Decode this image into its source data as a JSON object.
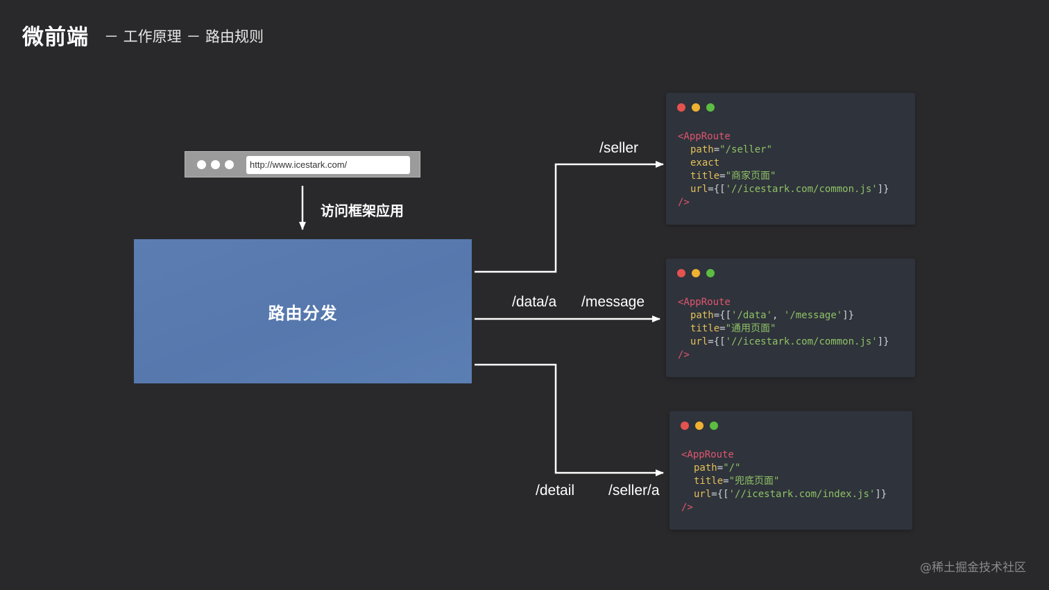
{
  "header": {
    "title": "微前端",
    "subtitle": "－ 工作原理 － 路由规则"
  },
  "browser": {
    "url": "http://www.icestark.com/"
  },
  "access_label": "访问框架应用",
  "router": {
    "label": "路由分发"
  },
  "routes": {
    "seller": "/seller",
    "data": "/data/a",
    "message": "/message",
    "detail": "/detail",
    "seller_a": "/seller/a"
  },
  "code_cards": [
    {
      "lines": [
        {
          "indent": false,
          "parts": [
            {
              "t": "tag",
              "v": "<AppRoute"
            }
          ]
        },
        {
          "indent": true,
          "parts": [
            {
              "t": "attr",
              "v": "path"
            },
            {
              "t": "pun",
              "v": "="
            },
            {
              "t": "str",
              "v": "\"/seller\""
            }
          ]
        },
        {
          "indent": true,
          "parts": [
            {
              "t": "attr",
              "v": "exact"
            }
          ]
        },
        {
          "indent": true,
          "parts": [
            {
              "t": "attr",
              "v": "title"
            },
            {
              "t": "pun",
              "v": "="
            },
            {
              "t": "str",
              "v": "\"商家页面\""
            }
          ]
        },
        {
          "indent": true,
          "parts": [
            {
              "t": "attr",
              "v": "url"
            },
            {
              "t": "pun",
              "v": "={["
            },
            {
              "t": "str",
              "v": "'//icestark.com/common.js'"
            },
            {
              "t": "pun",
              "v": "]}"
            }
          ]
        },
        {
          "indent": false,
          "parts": [
            {
              "t": "tag",
              "v": "/>"
            }
          ]
        }
      ]
    },
    {
      "lines": [
        {
          "indent": false,
          "parts": [
            {
              "t": "tag",
              "v": "<AppRoute"
            }
          ]
        },
        {
          "indent": true,
          "parts": [
            {
              "t": "attr",
              "v": "path"
            },
            {
              "t": "pun",
              "v": "={["
            },
            {
              "t": "str",
              "v": "'/data'"
            },
            {
              "t": "pun",
              "v": ", "
            },
            {
              "t": "str",
              "v": "'/message'"
            },
            {
              "t": "pun",
              "v": "]}"
            }
          ]
        },
        {
          "indent": true,
          "parts": [
            {
              "t": "attr",
              "v": "title"
            },
            {
              "t": "pun",
              "v": "="
            },
            {
              "t": "str",
              "v": "\"通用页面\""
            }
          ]
        },
        {
          "indent": true,
          "parts": [
            {
              "t": "attr",
              "v": "url"
            },
            {
              "t": "pun",
              "v": "={["
            },
            {
              "t": "str",
              "v": "'//icestark.com/common.js'"
            },
            {
              "t": "pun",
              "v": "]}"
            }
          ]
        },
        {
          "indent": false,
          "parts": [
            {
              "t": "tag",
              "v": "/>"
            }
          ]
        }
      ]
    },
    {
      "lines": [
        {
          "indent": false,
          "parts": [
            {
              "t": "tag",
              "v": "<AppRoute"
            }
          ]
        },
        {
          "indent": true,
          "parts": [
            {
              "t": "attr",
              "v": "path"
            },
            {
              "t": "pun",
              "v": "="
            },
            {
              "t": "str",
              "v": "\"/\""
            }
          ]
        },
        {
          "indent": true,
          "parts": [
            {
              "t": "attr",
              "v": "title"
            },
            {
              "t": "pun",
              "v": "="
            },
            {
              "t": "str",
              "v": "\"兜底页面\""
            }
          ]
        },
        {
          "indent": true,
          "parts": [
            {
              "t": "attr",
              "v": "url"
            },
            {
              "t": "pun",
              "v": "={["
            },
            {
              "t": "str",
              "v": "'//icestark.com/index.js'"
            },
            {
              "t": "pun",
              "v": "]}"
            }
          ]
        },
        {
          "indent": false,
          "parts": [
            {
              "t": "tag",
              "v": "/>"
            }
          ]
        }
      ]
    }
  ],
  "colors": {
    "background": "#29292c",
    "router_box": "#5a7cb0",
    "card": "#2f333b",
    "dot_red": "#e4534f",
    "dot_yellow": "#eeb131",
    "dot_green": "#5bbd41",
    "code_tag": "#e0566f",
    "code_attr": "#e3c15a",
    "code_string": "#8fc267"
  },
  "watermark": "@稀土掘金技术社区"
}
